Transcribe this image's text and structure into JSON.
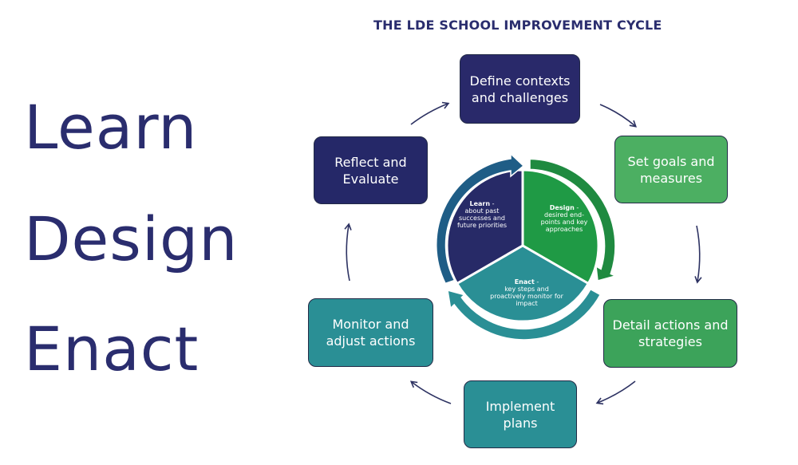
{
  "left_words": [
    "Learn",
    "Design",
    "Enact"
  ],
  "title": "THE LDE SCHOOL IMPROVEMENT CYCLE",
  "steps": {
    "define": "Define contexts and challenges",
    "goals": "Set goals and measures",
    "detail": "Detail actions and strategies",
    "implement": "Implement plans",
    "monitor": "Monitor and adjust actions",
    "reflect": "Reflect and Evaluate"
  },
  "center": {
    "learn": {
      "label": "Learn",
      "text": "about past successes and future priorities"
    },
    "design": {
      "label": "Design",
      "text": "desired end-points and key approaches"
    },
    "enact": {
      "label": "Enact",
      "text": "key steps and proactively monitor for impact"
    }
  },
  "colors": {
    "navy": "#29296a",
    "green": "#4caf62",
    "teal": "#2a8f95",
    "title": "#2a2d6e"
  }
}
